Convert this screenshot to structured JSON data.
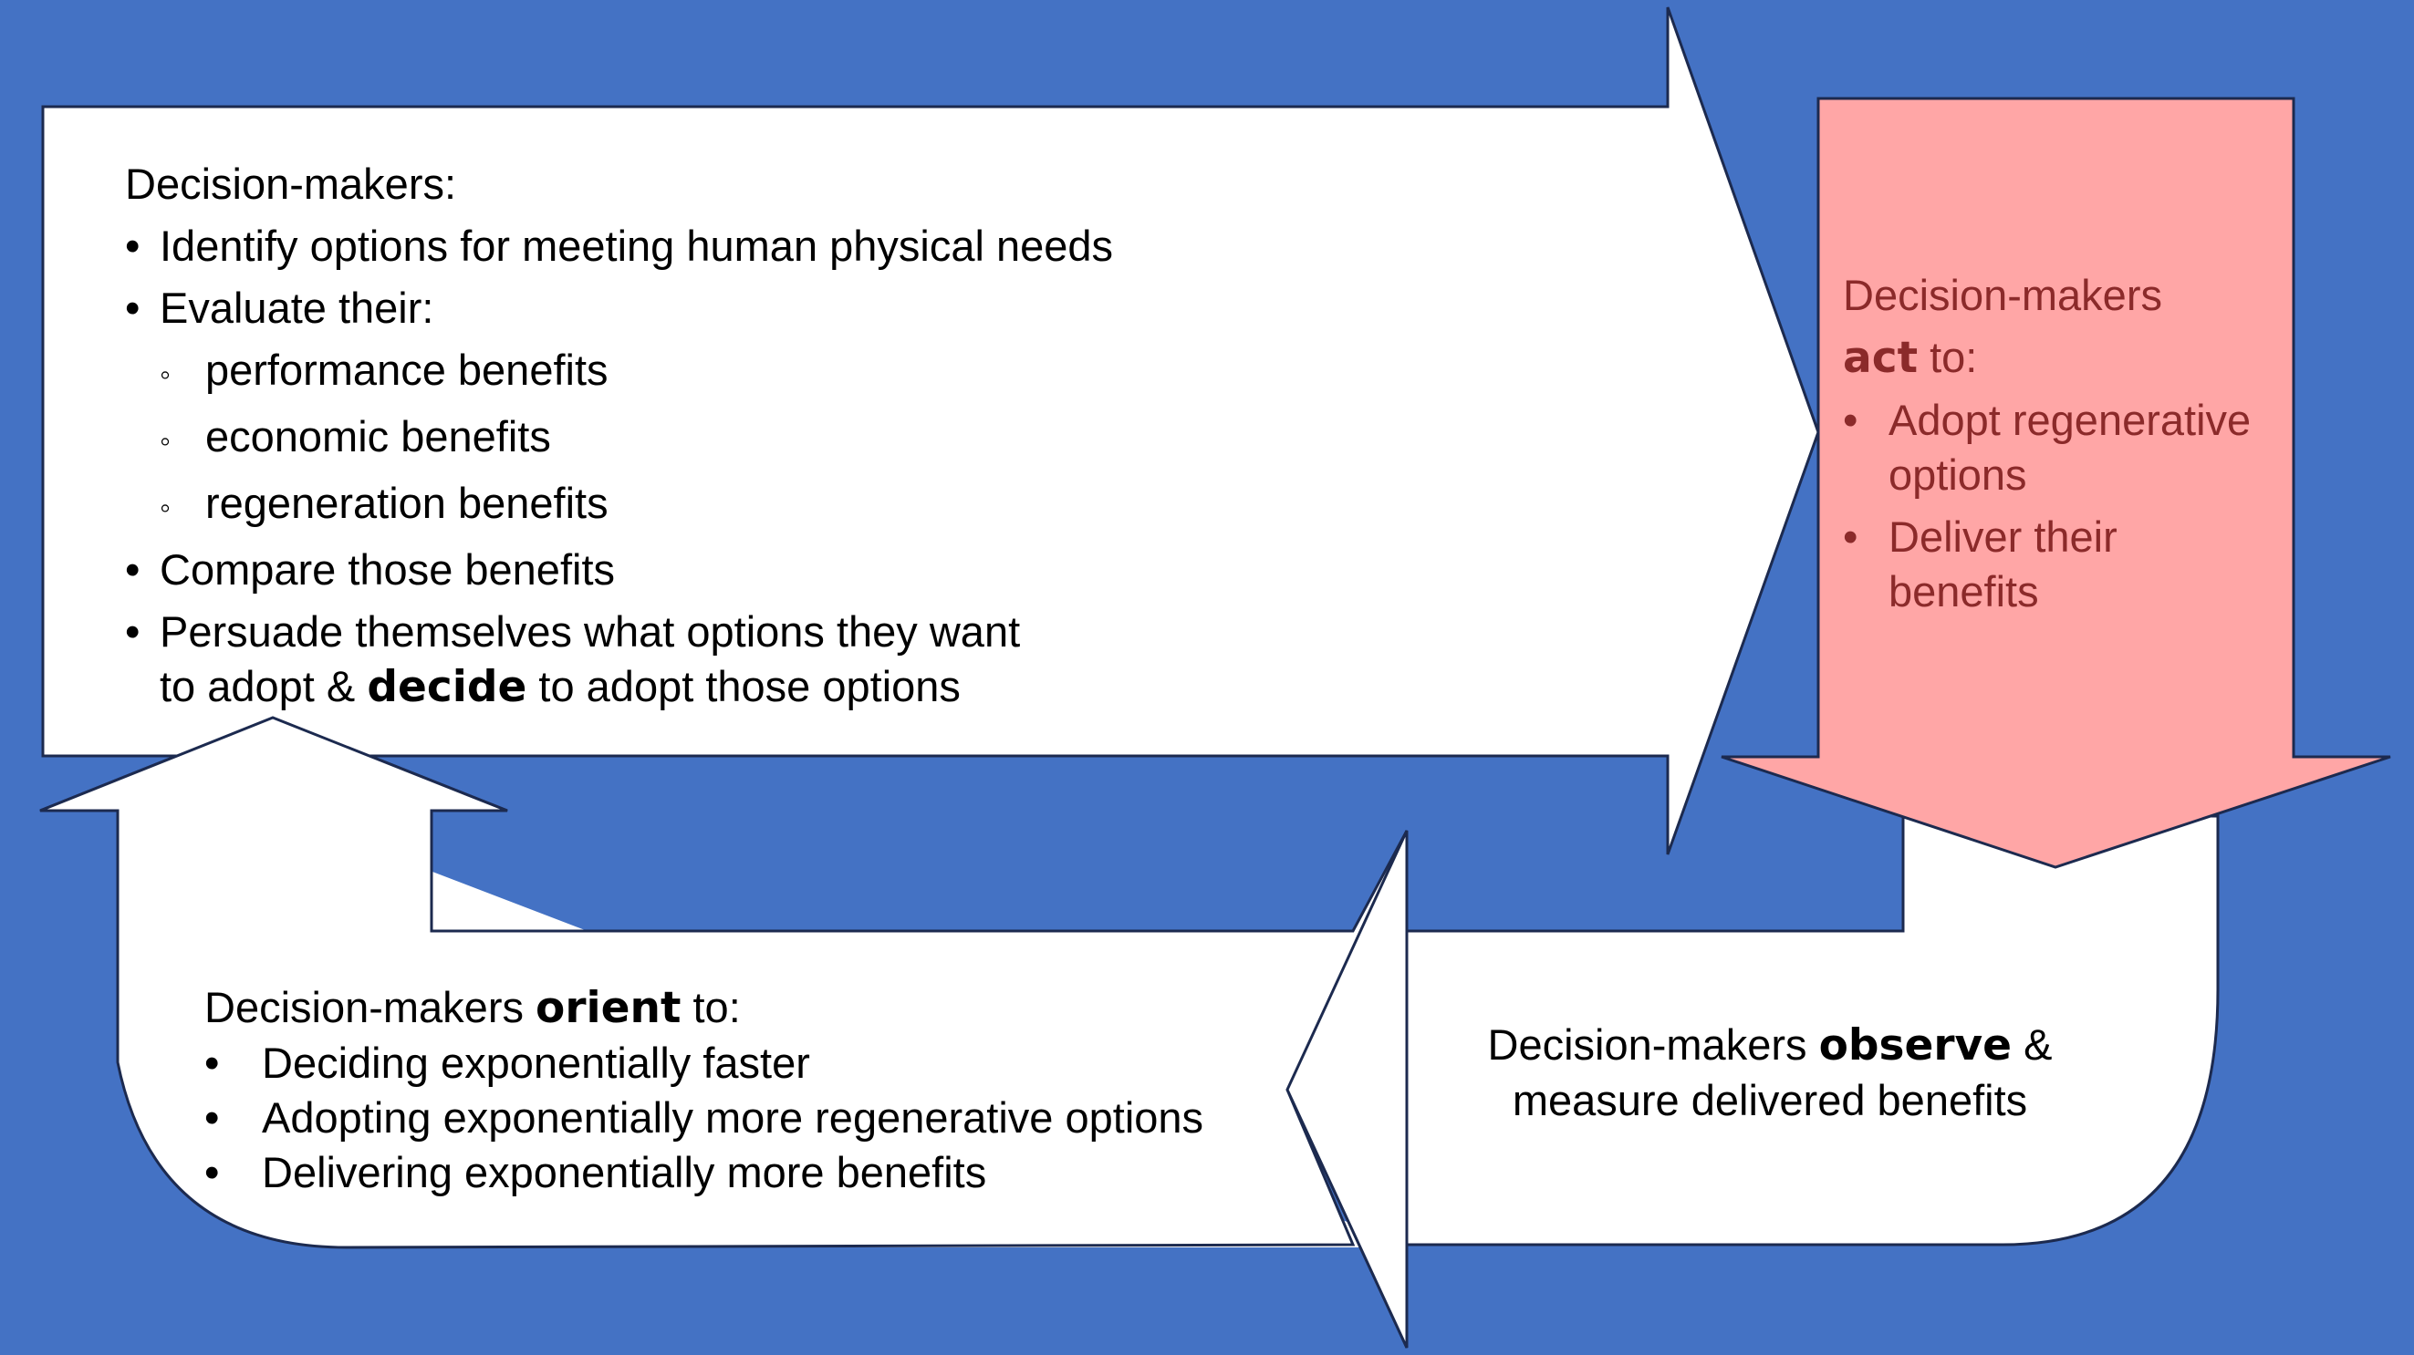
{
  "top_arrow": {
    "heading": "Decision-makers:",
    "items": [
      "Identify options for meeting human physical needs",
      "Evaluate their:"
    ],
    "subitems": [
      "performance benefits",
      "economic benefits",
      "regeneration benefits"
    ],
    "item3": "Compare those benefits",
    "item4_line1": "Persuade themselves what options they want",
    "item4_line2_a": "to adopt & ",
    "item4_line2_bold": "decide",
    "item4_line2_b": " to adopt those options"
  },
  "act_box": {
    "line1": "Decision-makers",
    "bold": "act",
    "after_bold": " to:",
    "item1_line1": "Adopt regenerative",
    "item1_line2": "options",
    "item2_line1": "Deliver their",
    "item2_line2": "benefits"
  },
  "observe": {
    "line1_a": "Decision-makers ",
    "line1_bold": "observe",
    "line1_b": " &",
    "line2": "measure delivered benefits"
  },
  "orient": {
    "line1_a": "Decision-makers ",
    "line1_bold": "orient",
    "line1_b": " to:",
    "items": [
      "Deciding exponentially faster",
      "Adopting exponentially more regenerative options",
      "Delivering exponentially more benefits"
    ]
  },
  "bullets": {
    "dot": "•",
    "circle": "◦"
  },
  "colors": {
    "background": "#4472c4",
    "white_shape": "#ffffff",
    "act_fill": "#ffa6a6",
    "act_text": "#8b2a2a",
    "outline": "#1c2a4f"
  }
}
